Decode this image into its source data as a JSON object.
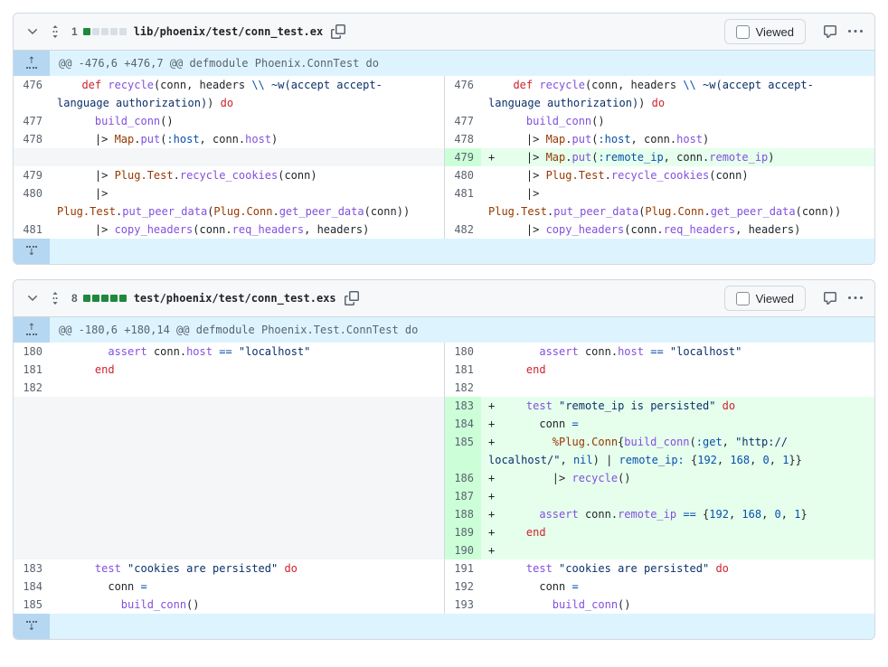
{
  "colors": {
    "added_line_bg": "#e6ffec",
    "added_gutter_bg": "#ccffd8",
    "hunk_bg": "#ddf4ff",
    "expand_button_bg": "#b6d7f2",
    "diffstat_green": "#1f883d",
    "diffstat_neutral": "#d8dee4",
    "syntax": {
      "keyword": "#cf222e",
      "function": "#8250df",
      "constant": "#953800",
      "symbol_number": "#0550ae",
      "string": "#0a3069",
      "plain": "#1f2328"
    }
  },
  "icons": {
    "chevron_down": "collapse file chevron",
    "drag_handle": "move file up/down grabber",
    "copy": "copy file path",
    "comment": "comment bubble",
    "kebab": "more options …",
    "expand_up": "expand hunk upward",
    "expand_down": "expand hunk downward"
  },
  "files": [
    {
      "header": {
        "changed_count": "1",
        "diffstat": {
          "added": 1,
          "neutral": 4
        },
        "path": "lib/phoenix/test/conn_test.ex",
        "viewed_label": "Viewed"
      },
      "hunk": {
        "text": "@@ -476,6 +476,7 @@ defmodule Phoenix.ConnTest do",
        "expand": "up"
      },
      "rows": [
        {
          "t": "ctx",
          "ln": "476",
          "rn": "476",
          "s": [
            [
              "pl",
              "  "
            ],
            [
              "k",
              "def"
            ],
            [
              "pl",
              " "
            ],
            [
              "fn",
              "recycle"
            ],
            [
              "pl",
              "(conn, headers "
            ],
            [
              "sym",
              "\\\\"
            ],
            [
              "pl",
              " "
            ],
            [
              "str",
              "~w(accept accept-"
            ],
            [
              "br",
              ""
            ],
            [
              "str",
              "language authorization)"
            ],
            [
              "pl",
              ") "
            ],
            [
              "k",
              "do"
            ]
          ]
        },
        {
          "t": "ctx",
          "ln": "477",
          "rn": "477",
          "s": [
            [
              "pl",
              "    "
            ],
            [
              "fn",
              "build_conn"
            ],
            [
              "pl",
              "()"
            ]
          ]
        },
        {
          "t": "ctx",
          "ln": "478",
          "rn": "478",
          "s": [
            [
              "pl",
              "    |> "
            ],
            [
              "cn",
              "Map"
            ],
            [
              "pl",
              "."
            ],
            [
              "fn",
              "put"
            ],
            [
              "pl",
              "("
            ],
            [
              "sym",
              ":host"
            ],
            [
              "pl",
              ", conn."
            ],
            [
              "fn",
              "host"
            ],
            [
              "pl",
              ")"
            ]
          ]
        },
        {
          "t": "add",
          "rn": "479",
          "s": [
            [
              "pl",
              "    |> "
            ],
            [
              "cn",
              "Map"
            ],
            [
              "pl",
              "."
            ],
            [
              "fn",
              "put"
            ],
            [
              "pl",
              "("
            ],
            [
              "sym",
              ":remote_ip"
            ],
            [
              "pl",
              ", conn."
            ],
            [
              "fn",
              "remote_ip"
            ],
            [
              "pl",
              ")"
            ]
          ]
        },
        {
          "t": "ctx",
          "ln": "479",
          "rn": "480",
          "s": [
            [
              "pl",
              "    |> "
            ],
            [
              "cn",
              "Plug.Test"
            ],
            [
              "pl",
              "."
            ],
            [
              "fn",
              "recycle_cookies"
            ],
            [
              "pl",
              "(conn)"
            ]
          ]
        },
        {
          "t": "ctx",
          "ln": "480",
          "rn": "481",
          "s": [
            [
              "pl",
              "    |>"
            ],
            [
              "br",
              ""
            ],
            [
              "cn",
              "Plug.Test"
            ],
            [
              "pl",
              "."
            ],
            [
              "fn",
              "put_peer_data"
            ],
            [
              "pl",
              "("
            ],
            [
              "cn",
              "Plug.Conn"
            ],
            [
              "pl",
              "."
            ],
            [
              "fn",
              "get_peer_data"
            ],
            [
              "pl",
              "(conn))"
            ]
          ]
        },
        {
          "t": "ctx",
          "ln": "481",
          "rn": "482",
          "s": [
            [
              "pl",
              "    |> "
            ],
            [
              "fn",
              "copy_headers"
            ],
            [
              "pl",
              "(conn."
            ],
            [
              "fn",
              "req_headers"
            ],
            [
              "pl",
              ", headers)"
            ]
          ]
        }
      ],
      "footer_expand": "down"
    },
    {
      "header": {
        "changed_count": "8",
        "diffstat": {
          "added": 5,
          "neutral": 0
        },
        "path": "test/phoenix/test/conn_test.exs",
        "viewed_label": "Viewed"
      },
      "hunk": {
        "text": "@@ -180,6 +180,14 @@ defmodule Phoenix.Test.ConnTest do",
        "expand": "up"
      },
      "rows": [
        {
          "t": "ctx",
          "ln": "180",
          "rn": "180",
          "s": [
            [
              "pl",
              "      "
            ],
            [
              "fn",
              "assert"
            ],
            [
              "pl",
              " conn."
            ],
            [
              "fn",
              "host"
            ],
            [
              "pl",
              " "
            ],
            [
              "sym",
              "=="
            ],
            [
              "pl",
              " "
            ],
            [
              "str",
              "\"localhost\""
            ]
          ]
        },
        {
          "t": "ctx",
          "ln": "181",
          "rn": "181",
          "s": [
            [
              "pl",
              "    "
            ],
            [
              "k",
              "end"
            ]
          ]
        },
        {
          "t": "ctx",
          "ln": "182",
          "rn": "182",
          "s": []
        },
        {
          "t": "add",
          "rn": "183",
          "s": [
            [
              "pl",
              "    "
            ],
            [
              "fn",
              "test"
            ],
            [
              "pl",
              " "
            ],
            [
              "str",
              "\"remote_ip is persisted\""
            ],
            [
              "pl",
              " "
            ],
            [
              "k",
              "do"
            ]
          ]
        },
        {
          "t": "add",
          "rn": "184",
          "s": [
            [
              "pl",
              "      conn "
            ],
            [
              "sym",
              "="
            ]
          ]
        },
        {
          "t": "add",
          "rn": "185",
          "s": [
            [
              "pl",
              "        "
            ],
            [
              "cn",
              "%Plug.Conn"
            ],
            [
              "pl",
              "{"
            ],
            [
              "fn",
              "build_conn"
            ],
            [
              "pl",
              "("
            ],
            [
              "sym",
              ":get"
            ],
            [
              "pl",
              ", "
            ],
            [
              "str",
              "\"http://"
            ],
            [
              "br",
              ""
            ],
            [
              "str",
              "localhost/\""
            ],
            [
              "pl",
              ", "
            ],
            [
              "sym",
              "nil"
            ],
            [
              "pl",
              ") | "
            ],
            [
              "sym",
              "remote_ip:"
            ],
            [
              "pl",
              " {"
            ],
            [
              "sym",
              "192"
            ],
            [
              "pl",
              ", "
            ],
            [
              "sym",
              "168"
            ],
            [
              "pl",
              ", "
            ],
            [
              "sym",
              "0"
            ],
            [
              "pl",
              ", "
            ],
            [
              "sym",
              "1"
            ],
            [
              "pl",
              "}}"
            ]
          ]
        },
        {
          "t": "add",
          "rn": "186",
          "s": [
            [
              "pl",
              "        |> "
            ],
            [
              "fn",
              "recycle"
            ],
            [
              "pl",
              "()"
            ]
          ]
        },
        {
          "t": "add",
          "rn": "187",
          "s": []
        },
        {
          "t": "add",
          "rn": "188",
          "s": [
            [
              "pl",
              "      "
            ],
            [
              "fn",
              "assert"
            ],
            [
              "pl",
              " conn."
            ],
            [
              "fn",
              "remote_ip"
            ],
            [
              "pl",
              " "
            ],
            [
              "sym",
              "=="
            ],
            [
              "pl",
              " {"
            ],
            [
              "sym",
              "192"
            ],
            [
              "pl",
              ", "
            ],
            [
              "sym",
              "168"
            ],
            [
              "pl",
              ", "
            ],
            [
              "sym",
              "0"
            ],
            [
              "pl",
              ", "
            ],
            [
              "sym",
              "1"
            ],
            [
              "pl",
              "}"
            ]
          ]
        },
        {
          "t": "add",
          "rn": "189",
          "s": [
            [
              "pl",
              "    "
            ],
            [
              "k",
              "end"
            ]
          ]
        },
        {
          "t": "add",
          "rn": "190",
          "s": []
        },
        {
          "t": "ctx",
          "ln": "183",
          "rn": "191",
          "s": [
            [
              "pl",
              "    "
            ],
            [
              "fn",
              "test"
            ],
            [
              "pl",
              " "
            ],
            [
              "str",
              "\"cookies are persisted\""
            ],
            [
              "pl",
              " "
            ],
            [
              "k",
              "do"
            ]
          ]
        },
        {
          "t": "ctx",
          "ln": "184",
          "rn": "192",
          "s": [
            [
              "pl",
              "      conn "
            ],
            [
              "sym",
              "="
            ]
          ]
        },
        {
          "t": "ctx",
          "ln": "185",
          "rn": "193",
          "s": [
            [
              "pl",
              "        "
            ],
            [
              "fn",
              "build_conn"
            ],
            [
              "pl",
              "()"
            ]
          ]
        }
      ],
      "footer_expand": "down"
    }
  ]
}
